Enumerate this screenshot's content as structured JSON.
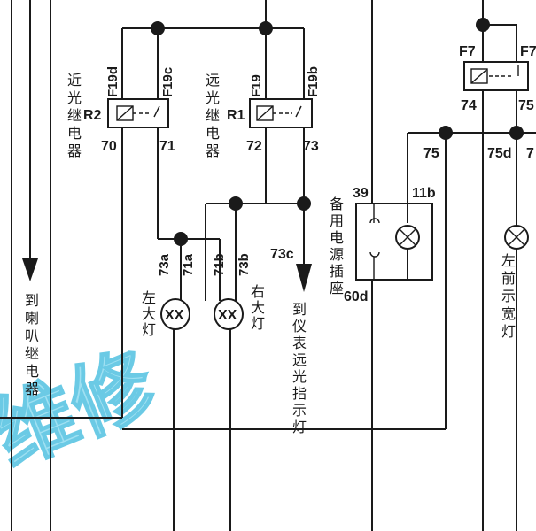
{
  "relays": {
    "r2": {
      "id": "R2",
      "name": "近光继电器",
      "pin_top_left": "F19d",
      "pin_top_right": "F19c",
      "pin_bottom_left": "70",
      "pin_bottom_right": "71"
    },
    "r1": {
      "id": "R1",
      "name": "远光继电器",
      "pin_top_left": "F19",
      "pin_top_right": "F19b",
      "pin_bottom_left": "72",
      "pin_bottom_right": "73"
    },
    "f7": {
      "pin_top_left": "F7",
      "pin_top_right": "F7",
      "pin_bottom_left": "74",
      "pin_bottom_right": "75"
    }
  },
  "wires": {
    "w73a": "73a",
    "w71a": "71a",
    "w71b": "71b",
    "w73b": "73b",
    "w73c": "73c",
    "w75": "75",
    "w75d": "75d",
    "w7": "7"
  },
  "loads": {
    "left_headlamp": "左大灯",
    "right_headlamp": "右大灯",
    "horn_relay": "到喇叭继电器",
    "dash_highbeam": "到仪表远光指示灯",
    "left_front_marker": "左前示宽灯",
    "spare_socket": {
      "name": "备用电源插座",
      "pin_tl": "39",
      "pin_tr": "11b",
      "pin_bl": "60d"
    }
  },
  "watermark": "维修"
}
